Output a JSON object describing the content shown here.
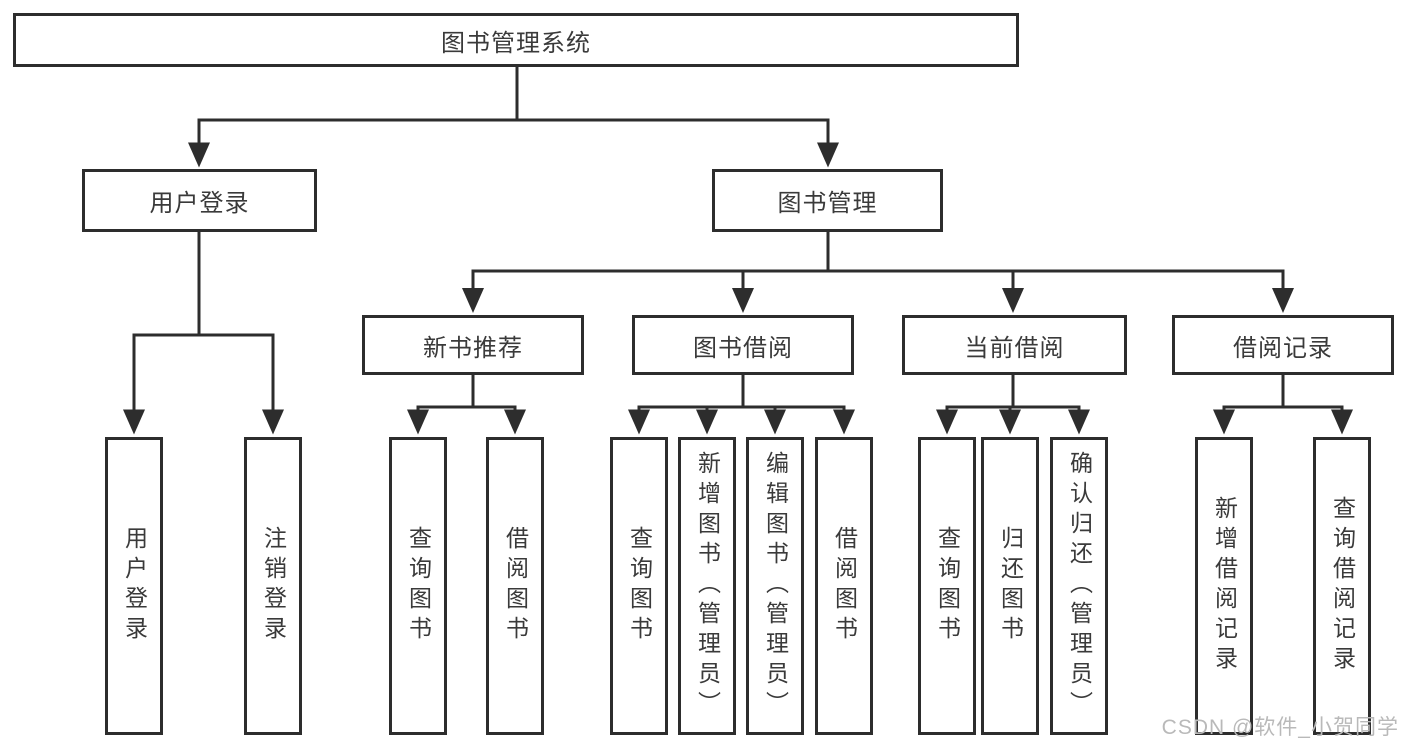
{
  "root": {
    "label": "图书管理系统"
  },
  "branches": {
    "user_login": {
      "label": "用户登录",
      "leaves": [
        "用户登录",
        "注销登录"
      ]
    },
    "book_management": {
      "label": "图书管理"
    }
  },
  "modules": [
    {
      "label": "新书推荐",
      "leaves": [
        "查询图书",
        "借阅图书"
      ]
    },
    {
      "label": "图书借阅",
      "leaves": [
        "查询图书",
        "新增图书（管理员）",
        "编辑图书（管理员）",
        "借阅图书"
      ]
    },
    {
      "label": "当前借阅",
      "leaves": [
        "查询图书",
        "归还图书",
        "确认归还（管理员）"
      ]
    },
    {
      "label": "借阅记录",
      "leaves": [
        "新增借阅记录",
        "查询借阅记录"
      ]
    }
  ],
  "watermark": "CSDN @软件_小贺同学",
  "colors": {
    "line": "#2d2d2d",
    "text": "#3a3a3a",
    "watermark": "#b9b9b9",
    "background": "#ffffff"
  }
}
